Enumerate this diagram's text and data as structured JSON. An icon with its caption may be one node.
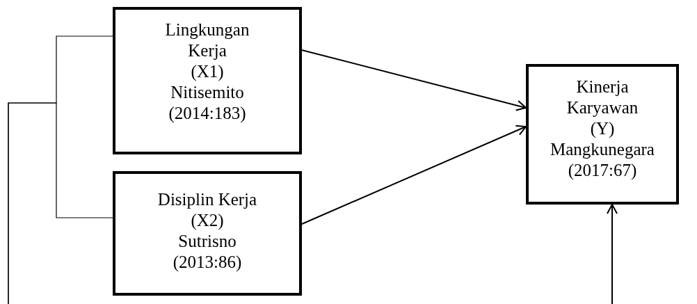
{
  "diagram": {
    "nodes": [
      {
        "text": [
          "Lingkungan Kerja",
          "(X1)",
          "Nitisemito",
          "(2014:183)"
        ]
      },
      {
        "text": [
          "Disiplin Kerja",
          "(X2)",
          "Sutrisno",
          "(2013:86)"
        ]
      },
      {
        "text": [
          "Kinerja Karyawan",
          "(Y)",
          "Mangkunegara",
          "(2017:67)"
        ]
      }
    ],
    "edges": [
      {
        "from": null,
        "to": 0,
        "arrow": "none"
      },
      {
        "from": null,
        "to": 1,
        "arrow": "none"
      },
      {
        "from": 0,
        "to": 2,
        "arrow": "to"
      },
      {
        "from": 1,
        "to": 2,
        "arrow": "to"
      },
      {
        "from": null,
        "to": 2,
        "arrow": "to"
      }
    ]
  }
}
